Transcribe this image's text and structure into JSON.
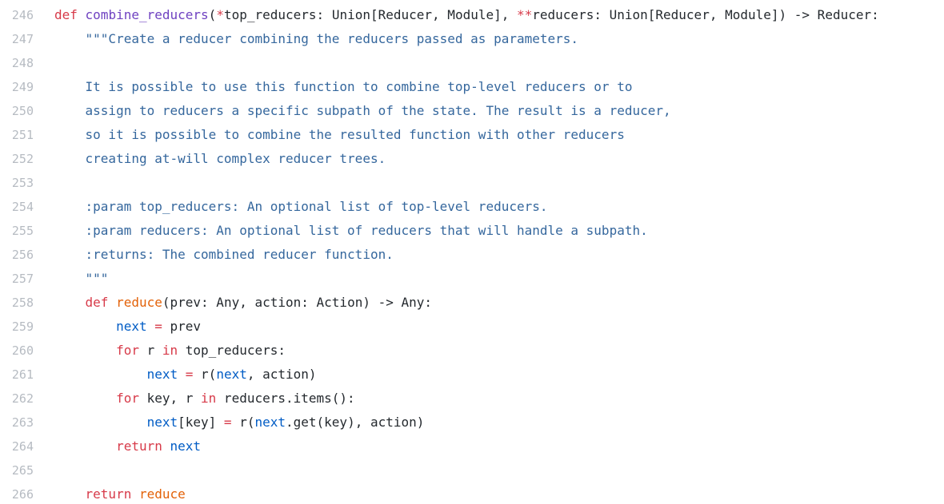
{
  "colors": {
    "background": "#ffffff",
    "keyword": "#d73a49",
    "function_name": "#6f42c1",
    "inner_function_name": "#e36209",
    "variable": "#005cc5",
    "string": "#35679d",
    "plain_text": "#24292e",
    "line_number": "#b6bbc2"
  },
  "code": {
    "language": "python",
    "first_line_number": 246,
    "last_line_number": 266,
    "lines": [
      {
        "n": "246",
        "tokens": [
          [
            "kw",
            "def"
          ],
          [
            "pl",
            " "
          ],
          [
            "fn",
            "combine_reducers"
          ],
          [
            "pl",
            "("
          ],
          [
            "kw",
            "*"
          ],
          [
            "pl",
            "top_reducers: Union[Reducer, Module], "
          ],
          [
            "kw",
            "**"
          ],
          [
            "pl",
            "reducers: Union[Reducer, Module]) -> Reducer:"
          ]
        ]
      },
      {
        "n": "247",
        "tokens": [
          [
            "pl",
            "    "
          ],
          [
            "str",
            "\"\"\"Create a reducer combining the reducers passed as parameters."
          ]
        ]
      },
      {
        "n": "248",
        "tokens": []
      },
      {
        "n": "249",
        "tokens": [
          [
            "pl",
            "    "
          ],
          [
            "str",
            "It is possible to use this function to combine top-level reducers or to"
          ]
        ]
      },
      {
        "n": "250",
        "tokens": [
          [
            "pl",
            "    "
          ],
          [
            "str",
            "assign to reducers a specific subpath of the state. The result is a reducer,"
          ]
        ]
      },
      {
        "n": "251",
        "tokens": [
          [
            "pl",
            "    "
          ],
          [
            "str",
            "so it is possible to combine the resulted function with other reducers"
          ]
        ]
      },
      {
        "n": "252",
        "tokens": [
          [
            "pl",
            "    "
          ],
          [
            "str",
            "creating at-will complex reducer trees."
          ]
        ]
      },
      {
        "n": "253",
        "tokens": []
      },
      {
        "n": "254",
        "tokens": [
          [
            "pl",
            "    "
          ],
          [
            "str",
            ":param top_reducers: An optional list of top-level reducers."
          ]
        ]
      },
      {
        "n": "255",
        "tokens": [
          [
            "pl",
            "    "
          ],
          [
            "str",
            ":param reducers: An optional list of reducers that will handle a subpath."
          ]
        ]
      },
      {
        "n": "256",
        "tokens": [
          [
            "pl",
            "    "
          ],
          [
            "str",
            ":returns: The combined reducer function."
          ]
        ]
      },
      {
        "n": "257",
        "tokens": [
          [
            "pl",
            "    "
          ],
          [
            "str",
            "\"\"\""
          ]
        ]
      },
      {
        "n": "258",
        "tokens": [
          [
            "pl",
            "    "
          ],
          [
            "kw",
            "def"
          ],
          [
            "pl",
            " "
          ],
          [
            "nfn",
            "reduce"
          ],
          [
            "pl",
            "(prev: Any, action: Action) -> Any:"
          ]
        ]
      },
      {
        "n": "259",
        "tokens": [
          [
            "pl",
            "        "
          ],
          [
            "var",
            "next"
          ],
          [
            "pl",
            " "
          ],
          [
            "kw",
            "="
          ],
          [
            "pl",
            " prev"
          ]
        ]
      },
      {
        "n": "260",
        "tokens": [
          [
            "pl",
            "        "
          ],
          [
            "kw",
            "for"
          ],
          [
            "pl",
            " r "
          ],
          [
            "kw",
            "in"
          ],
          [
            "pl",
            " top_reducers:"
          ]
        ]
      },
      {
        "n": "261",
        "tokens": [
          [
            "pl",
            "            "
          ],
          [
            "var",
            "next"
          ],
          [
            "pl",
            " "
          ],
          [
            "kw",
            "="
          ],
          [
            "pl",
            " r("
          ],
          [
            "var",
            "next"
          ],
          [
            "pl",
            ", action)"
          ]
        ]
      },
      {
        "n": "262",
        "tokens": [
          [
            "pl",
            "        "
          ],
          [
            "kw",
            "for"
          ],
          [
            "pl",
            " key, r "
          ],
          [
            "kw",
            "in"
          ],
          [
            "pl",
            " reducers.items():"
          ]
        ]
      },
      {
        "n": "263",
        "tokens": [
          [
            "pl",
            "            "
          ],
          [
            "var",
            "next"
          ],
          [
            "pl",
            "[key] "
          ],
          [
            "kw",
            "="
          ],
          [
            "pl",
            " r("
          ],
          [
            "var",
            "next"
          ],
          [
            "pl",
            ".get(key), action)"
          ]
        ]
      },
      {
        "n": "264",
        "tokens": [
          [
            "pl",
            "        "
          ],
          [
            "kw",
            "return"
          ],
          [
            "pl",
            " "
          ],
          [
            "var",
            "next"
          ]
        ]
      },
      {
        "n": "265",
        "tokens": []
      },
      {
        "n": "266",
        "tokens": [
          [
            "pl",
            "    "
          ],
          [
            "kw",
            "return"
          ],
          [
            "pl",
            " "
          ],
          [
            "nfn",
            "reduce"
          ]
        ]
      }
    ]
  }
}
